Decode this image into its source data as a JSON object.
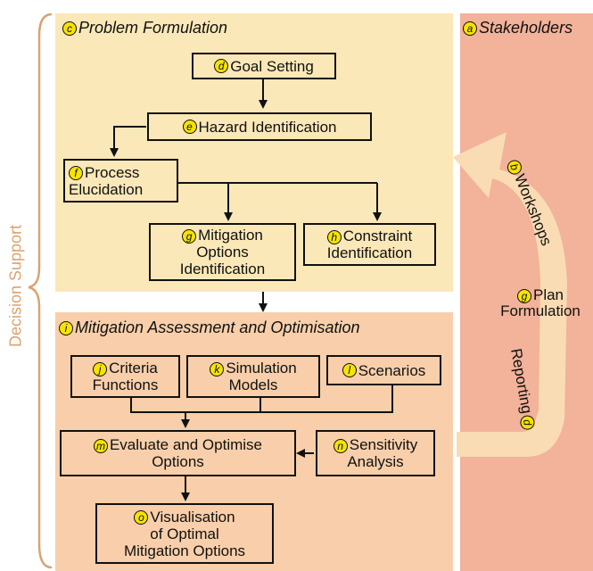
{
  "side_label": "Decision Support",
  "stakeholders": {
    "badge": "a",
    "title": "Stakeholders"
  },
  "problem": {
    "badge": "c",
    "title": "Problem Formulation",
    "goal": {
      "badge": "d",
      "label": "Goal Setting"
    },
    "hazard": {
      "badge": "e",
      "label": "Hazard Identification"
    },
    "process": {
      "badge": "f",
      "line1": "Process",
      "line2": "Elucidation"
    },
    "mitigation_id": {
      "badge": "g",
      "line1": "Mitigation",
      "line2": "Options",
      "line3": "Identification"
    },
    "constraint": {
      "badge": "h",
      "line1": "Constraint",
      "line2": "Identification"
    }
  },
  "assessment": {
    "badge": "i",
    "title": "Mitigation Assessment and Optimisation",
    "criteria": {
      "badge": "j",
      "line1": "Criteria",
      "line2": "Functions"
    },
    "simulation": {
      "badge": "k",
      "line1": "Simulation",
      "line2": "Models"
    },
    "scenarios": {
      "badge": "l",
      "label": "Scenarios"
    },
    "evaluate": {
      "badge": "m",
      "line1": "Evaluate and Optimise",
      "line2": "Options"
    },
    "sensitivity": {
      "badge": "n",
      "line1": "Sensitivity",
      "line2": "Analysis"
    },
    "visualisation": {
      "badge": "o",
      "line1": "Visualisation",
      "line2": "of Optimal",
      "line3": "Mitigation Options"
    }
  },
  "cycle": {
    "workshops": {
      "badge": "b",
      "label": "Workshops"
    },
    "plan": {
      "badge": "g",
      "line1": "Plan",
      "line2": "Formulation"
    },
    "reporting": {
      "badge": "d",
      "label": "Reporting"
    }
  },
  "colors": {
    "stakeholders_bg": "#f3b29a",
    "problem_bg": "#fbe8b8",
    "assessment_bg": "#f8cfaa",
    "arrow": "#f9dcb4",
    "badge": "#f7e300",
    "brace": "#d9a372"
  }
}
